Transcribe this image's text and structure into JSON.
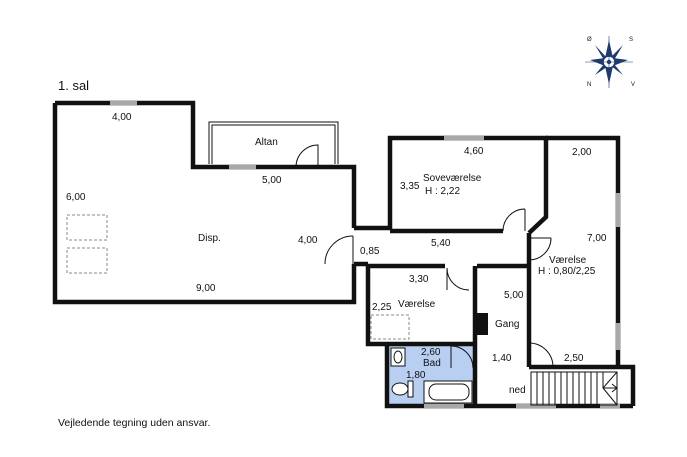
{
  "floor_title": "1. sal",
  "disclaimer": "Vejledende tegning uden ansvar.",
  "compass": {
    "n": "N",
    "s": "S",
    "v": "V",
    "o": "Ø"
  },
  "rooms": {
    "altan": {
      "name": "Altan"
    },
    "disp": {
      "name": "Disp."
    },
    "sovevaerelse": {
      "name": "Soveværelse",
      "height": "H : 2,22"
    },
    "vaerelse_right": {
      "name": "Værelse",
      "height": "H : 0,80/2,25"
    },
    "vaerelse_small": {
      "name": "Værelse"
    },
    "bad": {
      "name": "Bad"
    },
    "gang": {
      "name": "Gang"
    },
    "stairs": {
      "name": "ned"
    }
  },
  "dimensions": {
    "disp_top": "4,00",
    "disp_left": "6,00",
    "disp_right": "4,00",
    "disp_bottom": "9,00",
    "altan_bottom": "5,00",
    "sove_top": "4,60",
    "sove_left": "3,35",
    "right_top": "2,00",
    "right_side": "7,00",
    "corridor_start": "0,85",
    "corridor_len": "5,40",
    "small_top": "3,30",
    "small_left": "2,25",
    "gang_len": "5,00",
    "bad_top": "2,60",
    "bad_left": "1,80",
    "gang_low": "1,40",
    "right_bottom": "2,50"
  },
  "colors": {
    "wall": "#111111",
    "bath_fill": "#b9cff2",
    "window": "#a8a8a8",
    "compass_fill": "#1f3a6e"
  }
}
